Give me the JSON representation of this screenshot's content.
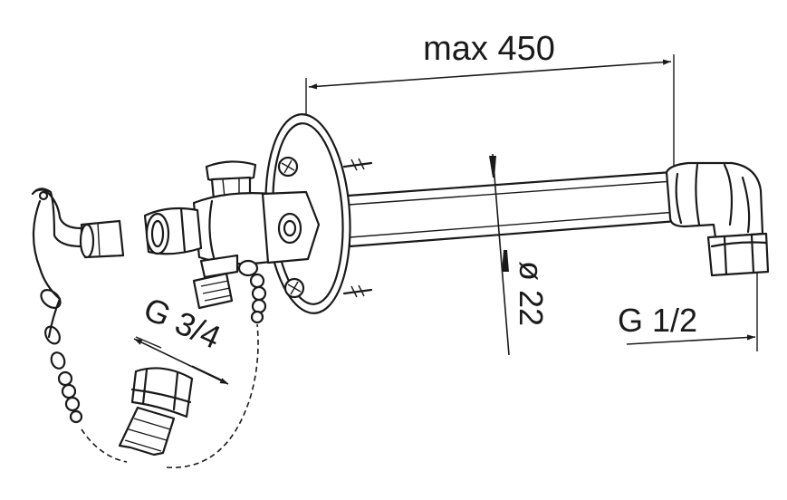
{
  "dimensions": {
    "length_label": "max 450",
    "diameter_label": "ø 22",
    "outlet_thread_label": "G 3/4",
    "inlet_thread_label": "G 1/2"
  }
}
